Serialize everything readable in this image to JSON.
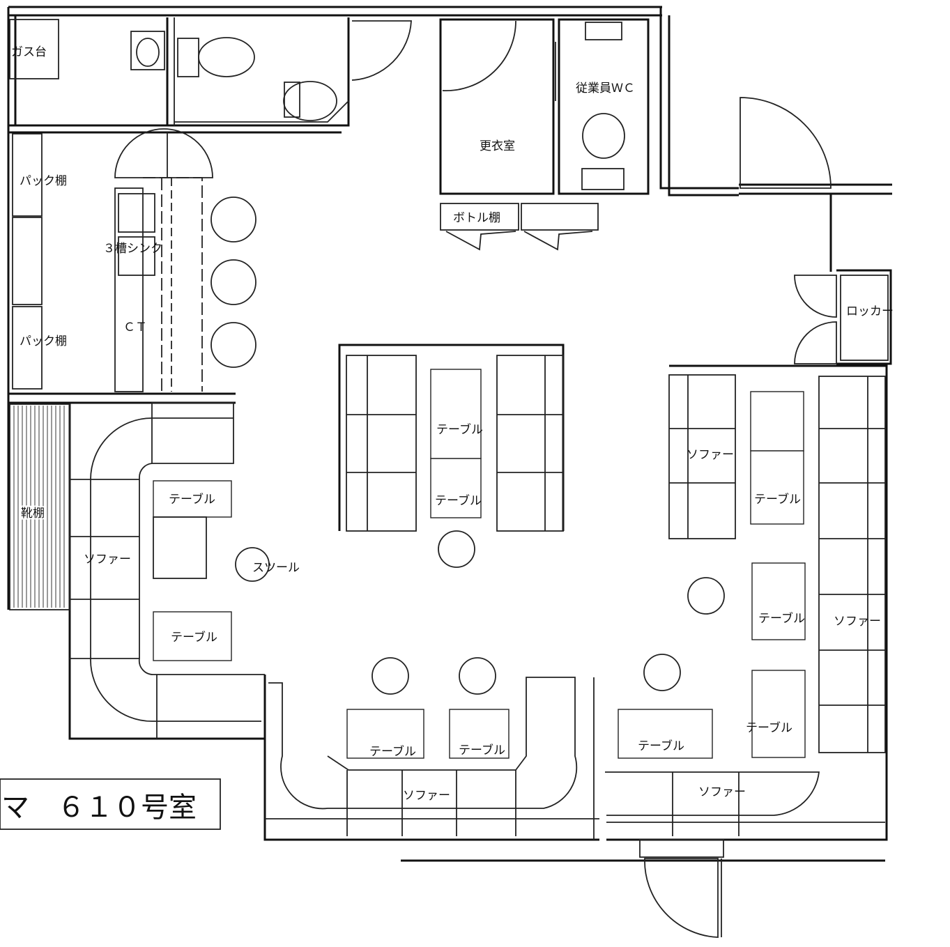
{
  "rooms": {
    "gas_stove": "ガス台",
    "pack_shelf_1": "パック棚",
    "pack_shelf_2": "パック棚",
    "sink3": "３槽シンク",
    "counter": "ＣＴ",
    "dressing_room": "更衣室",
    "staff_wc": "従業員ＷＣ",
    "bottle_shelf": "ボトル棚",
    "locker": "ロッカー",
    "shoe_shelf": "靴棚"
  },
  "furniture": {
    "table_left_1": "テーブル",
    "table_left_2": "テーブル",
    "table_center_1": "テーブル",
    "table_center_2": "テーブル",
    "table_right_1": "テーブル",
    "table_right_2": "テーブル",
    "table_right_3": "テーブル",
    "table_bottom_1": "テーブル",
    "table_bottom_2": "テーブル",
    "table_bottom_3": "テーブル",
    "sofa_left": "ソファー",
    "sofa_right_top": "ソファー",
    "sofa_right_side": "ソファー",
    "sofa_bottom_1": "ソファー",
    "sofa_bottom_2": "ソファー",
    "stool": "スツール"
  },
  "caption": "マ　６１０号室"
}
